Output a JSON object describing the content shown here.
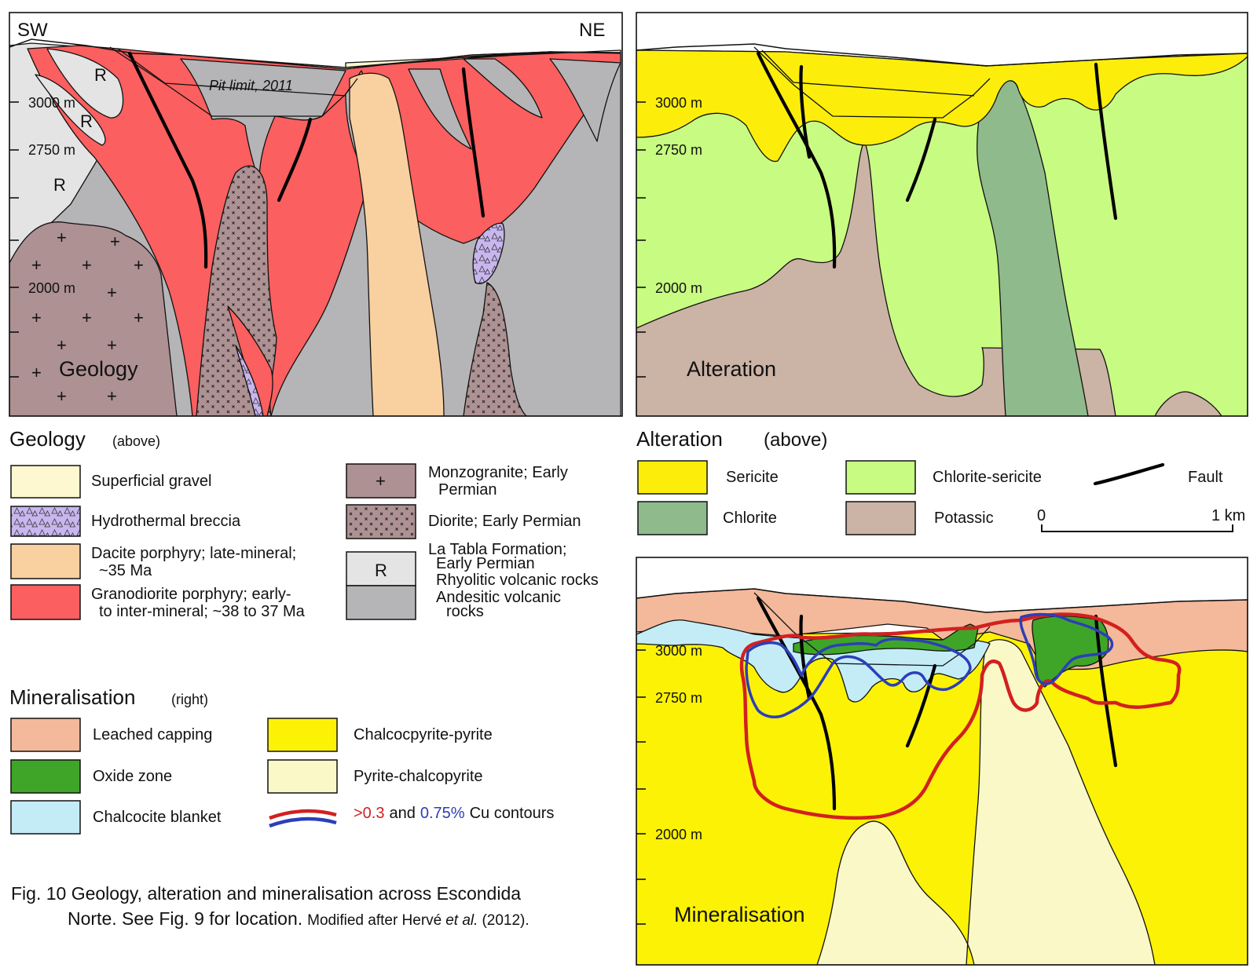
{
  "geology_panel": {
    "sw": "SW",
    "ne": "NE",
    "label": "Geology",
    "pit_limit": "Pit limit, 2011",
    "r_mark": "R",
    "elev": [
      "3000 m",
      "2750 m",
      "2000 m"
    ]
  },
  "alteration_panel": {
    "label": "Alteration",
    "elev": [
      "3000 m",
      "2750 m",
      "2000 m"
    ]
  },
  "mineral_panel": {
    "label": "Mineralisation",
    "elev": [
      "3000 m",
      "2750 m",
      "2000 m"
    ]
  },
  "geology_legend": {
    "title": "Geology",
    "note": "(above)",
    "items": [
      {
        "label": "Superficial gravel",
        "color": "#fdf8d0"
      },
      {
        "label": "Hydrothermal breccia",
        "color": "#c8b6ee"
      },
      {
        "label1": "Dacite porphyry; late-mineral;",
        "label2": "~35 Ma",
        "color": "#f9d0a0"
      },
      {
        "label1": "Granodiorite porphyry; early-",
        "label2": "to inter-mineral; ~38 to 37 Ma",
        "color": "#fb5f5f"
      },
      {
        "label1": "Monzogranite; Early",
        "label2": "Permian",
        "color": "#ad9193"
      },
      {
        "label": "Diorite; Early Permian",
        "color": "#ad9193"
      },
      {
        "label1": "La Tabla Formation;",
        "label2": "Early Permian",
        "label3": "Rhyolitic volcanic rocks",
        "color": "#e4e4e4"
      },
      {
        "label1": "Andesitic volcanic",
        "label2": "rocks",
        "color": "#b5b4b6"
      }
    ],
    "r_mark": "R",
    "plus_mark": "+"
  },
  "alteration_legend": {
    "title": "Alteration",
    "note": "(above)",
    "items": [
      {
        "label": "Sericite",
        "color": "#fcee0a"
      },
      {
        "label": "Chlorite-sericite",
        "color": "#c8fb82"
      },
      {
        "label": "Chlorite",
        "color": "#8fba8c"
      },
      {
        "label": "Potassic",
        "color": "#cbb3a5"
      }
    ],
    "fault": "Fault",
    "scale_zero": "0",
    "scale_km": "1 km"
  },
  "mineral_legend": {
    "title": "Mineralisation",
    "note": "(right)",
    "items": [
      {
        "label": "Leached capping",
        "color": "#f4b89a"
      },
      {
        "label": "Oxide zone",
        "color": "#3fa528"
      },
      {
        "label": "Chalcocite blanket",
        "color": "#c4ecf6"
      },
      {
        "label": "Chalcocpyrite-pyrite",
        "color": "#fcf205"
      },
      {
        "label": "Pyrite-chalcopyrite",
        "color": "#fbf8c8"
      }
    ],
    "contour_red": ">0.3",
    "contour_and": "and",
    "contour_blue": "0.75%",
    "contour_tail": "Cu contours"
  },
  "caption": {
    "line1": "Fig. 10  Geology, alteration and mineralisation across Escondida",
    "line2": "Norte. See Fig. 9 for location.",
    "mod": "Modified after Hervé",
    "etal": "et al.",
    "year": "(2012)."
  }
}
